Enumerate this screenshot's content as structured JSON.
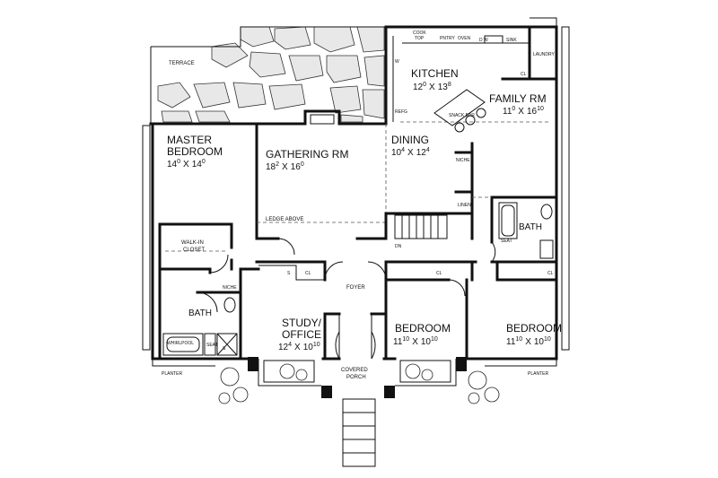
{
  "plan": {
    "rooms": {
      "terrace": "TERRACE",
      "kitchen": "KITCHEN",
      "kitchen_dim_w": "12",
      "kitchen_dim_w_sup": "0",
      "kitchen_dim_l": "13",
      "kitchen_dim_l_sup": "8",
      "family_1": "FAMILY RM",
      "family_dim_w": "11",
      "family_dim_w_sup": "0",
      "family_dim_l": "16",
      "family_dim_l_sup": "10",
      "master_1": "MASTER",
      "master_2": "BEDROOM",
      "master_dim_w": "14",
      "master_dim_w_sup": "0",
      "master_dim_l": "14",
      "master_dim_l_sup": "0",
      "gathering": "GATHERING RM",
      "gathering_dim_w": "18",
      "gathering_dim_w_sup": "2",
      "gathering_dim_l": "16",
      "gathering_dim_l_sup": "0",
      "dining": "DINING",
      "dining_dim_w": "10",
      "dining_dim_w_sup": "4",
      "dining_dim_l": "12",
      "dining_dim_l_sup": "4",
      "study_1": "STUDY/",
      "study_2": "OFFICE",
      "study_dim_w": "12",
      "study_dim_w_sup": "4",
      "study_dim_l": "10",
      "study_dim_l_sup": "10",
      "foyer": "FOYER",
      "bedroom2": "BEDROOM",
      "bedroom2_dim_w": "11",
      "bedroom2_dim_w_sup": "10",
      "bedroom2_dim_l": "10",
      "bedroom2_dim_l_sup": "10",
      "bedroom3": "BEDROOM",
      "bedroom3_dim_w": "11",
      "bedroom3_dim_w_sup": "10",
      "bedroom3_dim_l": "10",
      "bedroom3_dim_l_sup": "10",
      "porch_1": "COVERED",
      "porch_2": "PORCH",
      "bath_master": "BATH",
      "bath_hall": "BATH",
      "walkin_1": "WALK-IN",
      "walkin_2": "CLOSET"
    },
    "labels": {
      "ledge": "LEDGE ABOVE",
      "dn": "DN",
      "x": "X",
      "cl": "CL",
      "s": "S",
      "whirlpool": "WHIRLPOOL",
      "seat": "SEAT",
      "niche": "NICHE",
      "linen": "LINEN",
      "laundry": "LAUNDRY",
      "pntry": "PNTRY",
      "oven": "OVEN",
      "cook_1": "COOK",
      "cook_2": "TOP",
      "dw": "D  W",
      "sink": "SINK",
      "snack_bar": "SNACK BAR",
      "refg": "REFG",
      "planter": "PLANTER",
      "w": "W"
    }
  }
}
